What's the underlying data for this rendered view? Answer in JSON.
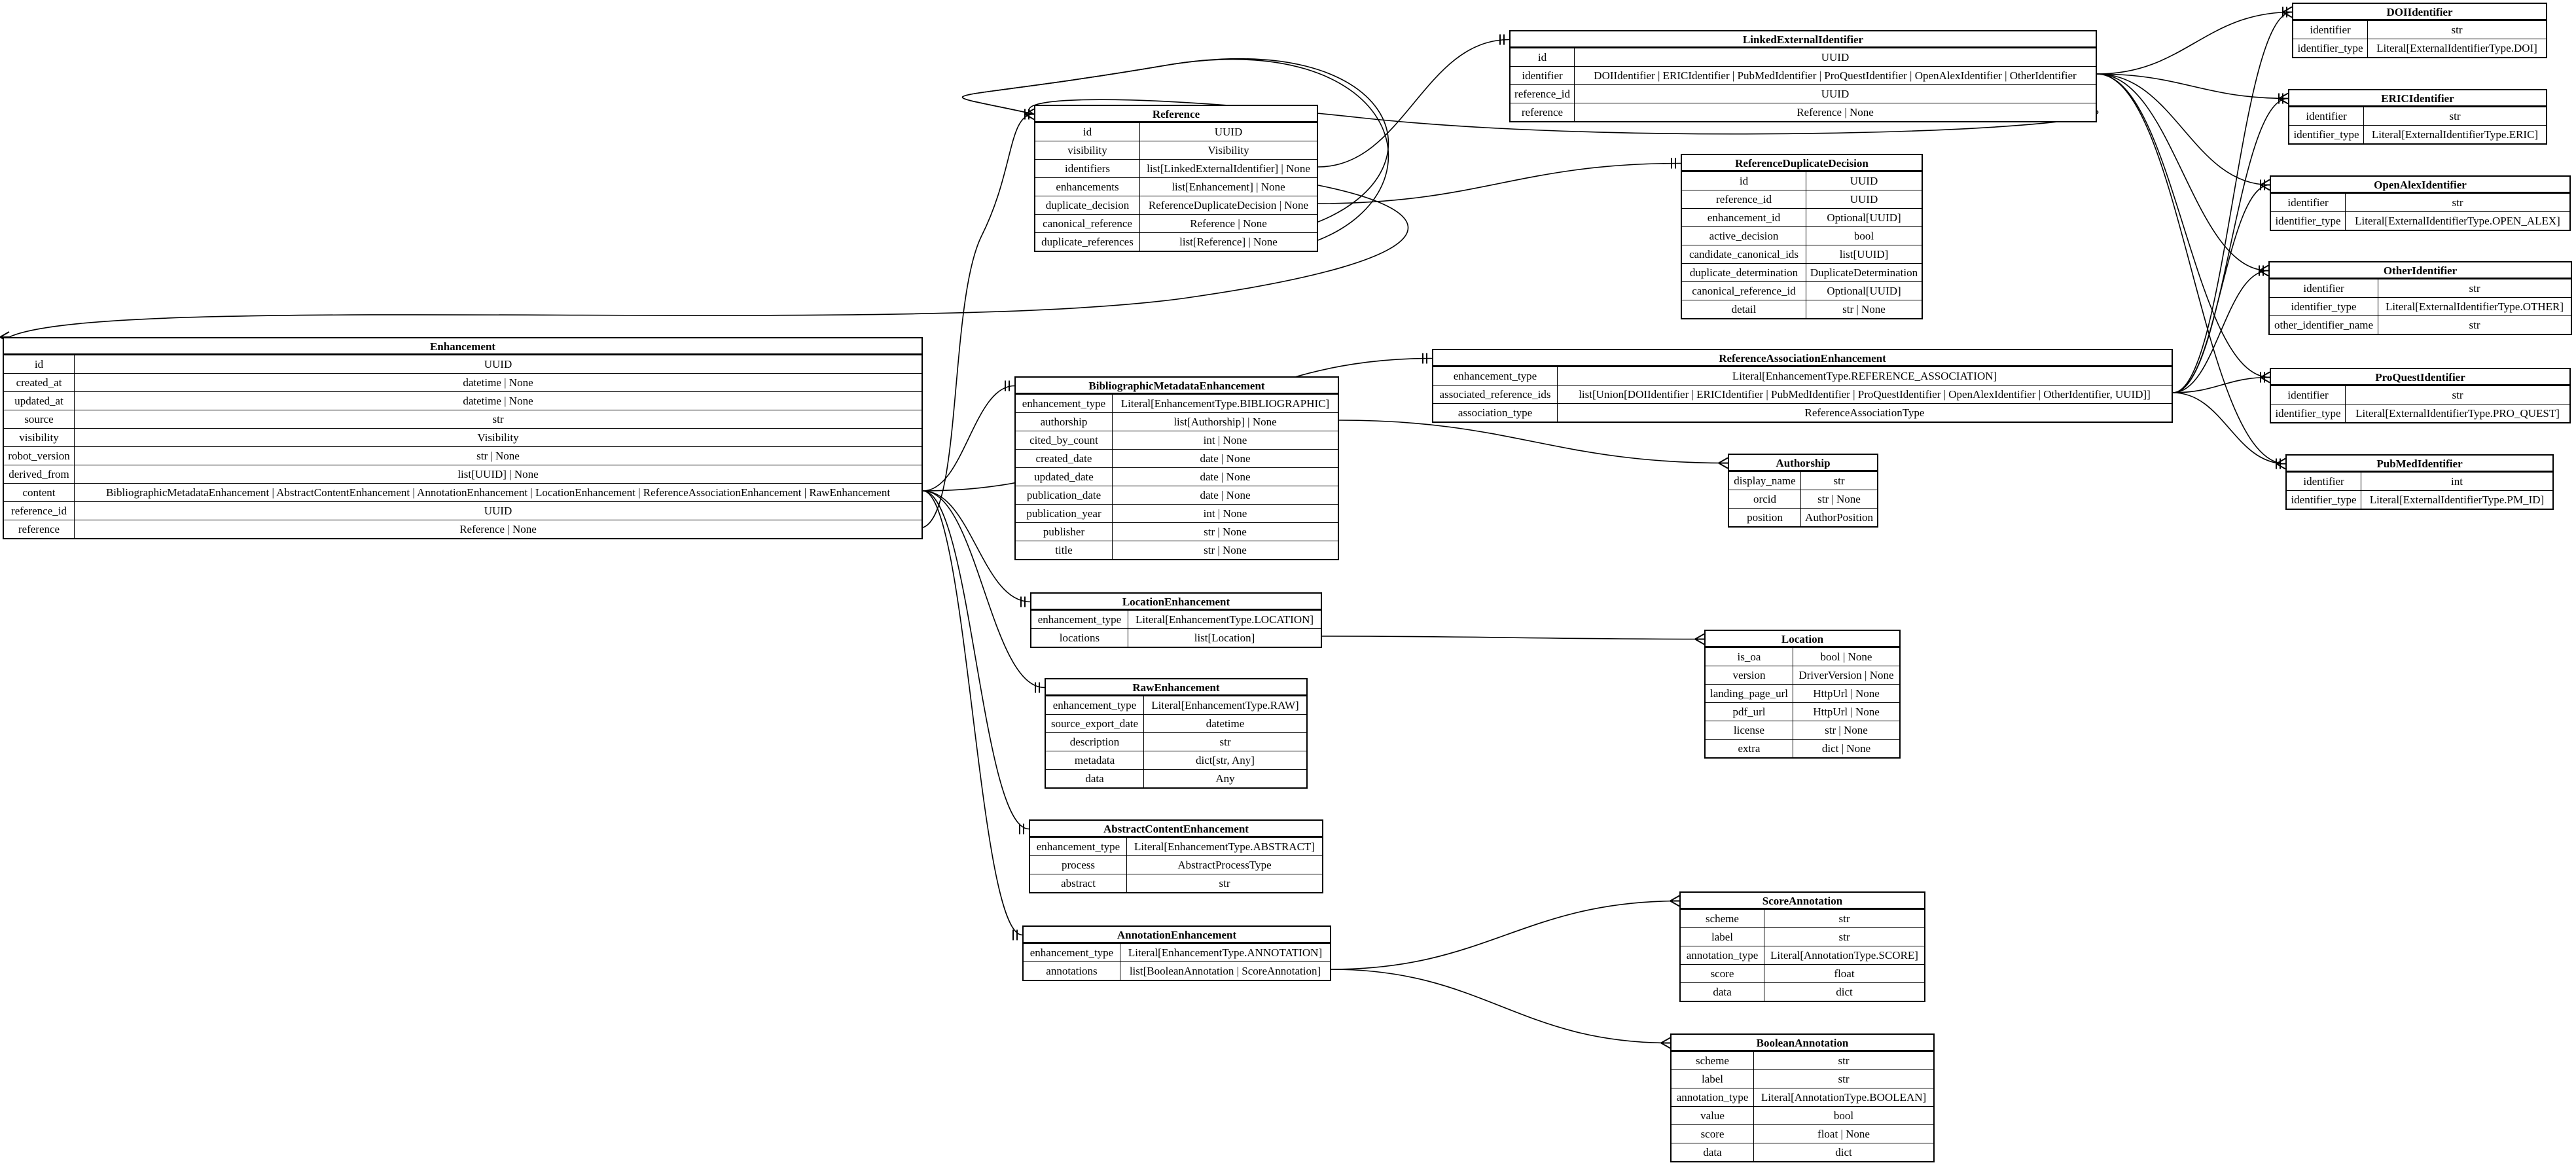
{
  "entities": [
    {
      "id": "Enhancement",
      "title": "Enhancement",
      "fields": [
        {
          "name": "id",
          "type": "UUID"
        },
        {
          "name": "created_at",
          "type": "datetime | None"
        },
        {
          "name": "updated_at",
          "type": "datetime | None"
        },
        {
          "name": "source",
          "type": "str"
        },
        {
          "name": "visibility",
          "type": "Visibility"
        },
        {
          "name": "robot_version",
          "type": "str | None"
        },
        {
          "name": "derived_from",
          "type": "list[UUID] | None"
        },
        {
          "name": "content",
          "type": "BibliographicMetadataEnhancement | AbstractContentEnhancement | AnnotationEnhancement | LocationEnhancement | ReferenceAssociationEnhancement | RawEnhancement"
        },
        {
          "name": "reference_id",
          "type": "UUID"
        },
        {
          "name": "reference",
          "type": "Reference | None"
        }
      ]
    },
    {
      "id": "Reference",
      "title": "Reference",
      "fields": [
        {
          "name": "id",
          "type": "UUID"
        },
        {
          "name": "visibility",
          "type": "Visibility"
        },
        {
          "name": "identifiers",
          "type": "list[LinkedExternalIdentifier] | None"
        },
        {
          "name": "enhancements",
          "type": "list[Enhancement] | None"
        },
        {
          "name": "duplicate_decision",
          "type": "ReferenceDuplicateDecision | None"
        },
        {
          "name": "canonical_reference",
          "type": "Reference | None"
        },
        {
          "name": "duplicate_references",
          "type": "list[Reference] | None"
        }
      ]
    },
    {
      "id": "LinkedExternalIdentifier",
      "title": "LinkedExternalIdentifier",
      "fields": [
        {
          "name": "id",
          "type": "UUID"
        },
        {
          "name": "identifier",
          "type": "DOIIdentifier | ERICIdentifier | PubMedIdentifier | ProQuestIdentifier | OpenAlexIdentifier | OtherIdentifier"
        },
        {
          "name": "reference_id",
          "type": "UUID"
        },
        {
          "name": "reference",
          "type": "Reference | None"
        }
      ]
    },
    {
      "id": "ReferenceDuplicateDecision",
      "title": "ReferenceDuplicateDecision",
      "fields": [
        {
          "name": "id",
          "type": "UUID"
        },
        {
          "name": "reference_id",
          "type": "UUID"
        },
        {
          "name": "enhancement_id",
          "type": "Optional[UUID]"
        },
        {
          "name": "active_decision",
          "type": "bool"
        },
        {
          "name": "candidate_canonical_ids",
          "type": "list[UUID]"
        },
        {
          "name": "duplicate_determination",
          "type": "DuplicateDetermination"
        },
        {
          "name": "canonical_reference_id",
          "type": "Optional[UUID]"
        },
        {
          "name": "detail",
          "type": "str | None"
        }
      ]
    },
    {
      "id": "ReferenceAssociationEnhancement",
      "title": "ReferenceAssociationEnhancement",
      "fields": [
        {
          "name": "enhancement_type",
          "type": "Literal[EnhancementType.REFERENCE_ASSOCIATION]"
        },
        {
          "name": "associated_reference_ids",
          "type": "list[Union[DOIIdentifier | ERICIdentifier | PubMedIdentifier | ProQuestIdentifier | OpenAlexIdentifier | OtherIdentifier, UUID]]"
        },
        {
          "name": "association_type",
          "type": "ReferenceAssociationType"
        }
      ]
    },
    {
      "id": "BibliographicMetadataEnhancement",
      "title": "BibliographicMetadataEnhancement",
      "fields": [
        {
          "name": "enhancement_type",
          "type": "Literal[EnhancementType.BIBLIOGRAPHIC]"
        },
        {
          "name": "authorship",
          "type": "list[Authorship] | None"
        },
        {
          "name": "cited_by_count",
          "type": "int | None"
        },
        {
          "name": "created_date",
          "type": "date | None"
        },
        {
          "name": "updated_date",
          "type": "date | None"
        },
        {
          "name": "publication_date",
          "type": "date | None"
        },
        {
          "name": "publication_year",
          "type": "int | None"
        },
        {
          "name": "publisher",
          "type": "str | None"
        },
        {
          "name": "title",
          "type": "str | None"
        }
      ]
    },
    {
      "id": "Authorship",
      "title": "Authorship",
      "fields": [
        {
          "name": "display_name",
          "type": "str"
        },
        {
          "name": "orcid",
          "type": "str | None"
        },
        {
          "name": "position",
          "type": "AuthorPosition"
        }
      ]
    },
    {
      "id": "LocationEnhancement",
      "title": "LocationEnhancement",
      "fields": [
        {
          "name": "enhancement_type",
          "type": "Literal[EnhancementType.LOCATION]"
        },
        {
          "name": "locations",
          "type": "list[Location]"
        }
      ]
    },
    {
      "id": "Location",
      "title": "Location",
      "fields": [
        {
          "name": "is_oa",
          "type": "bool | None"
        },
        {
          "name": "version",
          "type": "DriverVersion | None"
        },
        {
          "name": "landing_page_url",
          "type": "HttpUrl | None"
        },
        {
          "name": "pdf_url",
          "type": "HttpUrl | None"
        },
        {
          "name": "license",
          "type": "str | None"
        },
        {
          "name": "extra",
          "type": "dict | None"
        }
      ]
    },
    {
      "id": "RawEnhancement",
      "title": "RawEnhancement",
      "fields": [
        {
          "name": "enhancement_type",
          "type": "Literal[EnhancementType.RAW]"
        },
        {
          "name": "source_export_date",
          "type": "datetime"
        },
        {
          "name": "description",
          "type": "str"
        },
        {
          "name": "metadata",
          "type": "dict[str, Any]"
        },
        {
          "name": "data",
          "type": "Any"
        }
      ]
    },
    {
      "id": "AbstractContentEnhancement",
      "title": "AbstractContentEnhancement",
      "fields": [
        {
          "name": "enhancement_type",
          "type": "Literal[EnhancementType.ABSTRACT]"
        },
        {
          "name": "process",
          "type": "AbstractProcessType"
        },
        {
          "name": "abstract",
          "type": "str"
        }
      ]
    },
    {
      "id": "AnnotationEnhancement",
      "title": "AnnotationEnhancement",
      "fields": [
        {
          "name": "enhancement_type",
          "type": "Literal[EnhancementType.ANNOTATION]"
        },
        {
          "name": "annotations",
          "type": "list[BooleanAnnotation | ScoreAnnotation]"
        }
      ]
    },
    {
      "id": "ScoreAnnotation",
      "title": "ScoreAnnotation",
      "fields": [
        {
          "name": "scheme",
          "type": "str"
        },
        {
          "name": "label",
          "type": "str"
        },
        {
          "name": "annotation_type",
          "type": "Literal[AnnotationType.SCORE]"
        },
        {
          "name": "score",
          "type": "float"
        },
        {
          "name": "data",
          "type": "dict"
        }
      ]
    },
    {
      "id": "BooleanAnnotation",
      "title": "BooleanAnnotation",
      "fields": [
        {
          "name": "scheme",
          "type": "str"
        },
        {
          "name": "label",
          "type": "str"
        },
        {
          "name": "annotation_type",
          "type": "Literal[AnnotationType.BOOLEAN]"
        },
        {
          "name": "value",
          "type": "bool"
        },
        {
          "name": "score",
          "type": "float | None"
        },
        {
          "name": "data",
          "type": "dict"
        }
      ]
    },
    {
      "id": "DOIIdentifier",
      "title": "DOIIdentifier",
      "fields": [
        {
          "name": "identifier",
          "type": "str"
        },
        {
          "name": "identifier_type",
          "type": "Literal[ExternalIdentifierType.DOI]"
        }
      ]
    },
    {
      "id": "ERICIdentifier",
      "title": "ERICIdentifier",
      "fields": [
        {
          "name": "identifier",
          "type": "str"
        },
        {
          "name": "identifier_type",
          "type": "Literal[ExternalIdentifierType.ERIC]"
        }
      ]
    },
    {
      "id": "OpenAlexIdentifier",
      "title": "OpenAlexIdentifier",
      "fields": [
        {
          "name": "identifier",
          "type": "str"
        },
        {
          "name": "identifier_type",
          "type": "Literal[ExternalIdentifierType.OPEN_ALEX]"
        }
      ]
    },
    {
      "id": "OtherIdentifier",
      "title": "OtherIdentifier",
      "fields": [
        {
          "name": "identifier",
          "type": "str"
        },
        {
          "name": "identifier_type",
          "type": "Literal[ExternalIdentifierType.OTHER]"
        },
        {
          "name": "other_identifier_name",
          "type": "str"
        }
      ]
    },
    {
      "id": "ProQuestIdentifier",
      "title": "ProQuestIdentifier",
      "fields": [
        {
          "name": "identifier",
          "type": "str"
        },
        {
          "name": "identifier_type",
          "type": "Literal[ExternalIdentifierType.PRO_QUEST]"
        }
      ]
    },
    {
      "id": "PubMedIdentifier",
      "title": "PubMedIdentifier",
      "fields": [
        {
          "name": "identifier",
          "type": "int"
        },
        {
          "name": "identifier_type",
          "type": "Literal[ExternalIdentifierType.PM_ID]"
        }
      ]
    }
  ],
  "relations": [
    {
      "from": "Enhancement",
      "field": "content",
      "to": "BibliographicMetadataEnhancement",
      "cardinality": "one"
    },
    {
      "from": "Enhancement",
      "field": "content",
      "to": "LocationEnhancement",
      "cardinality": "one"
    },
    {
      "from": "Enhancement",
      "field": "content",
      "to": "RawEnhancement",
      "cardinality": "one"
    },
    {
      "from": "Enhancement",
      "field": "content",
      "to": "AbstractContentEnhancement",
      "cardinality": "one"
    },
    {
      "from": "Enhancement",
      "field": "content",
      "to": "AnnotationEnhancement",
      "cardinality": "one"
    },
    {
      "from": "Enhancement",
      "field": "content",
      "to": "ReferenceAssociationEnhancement",
      "cardinality": "one"
    },
    {
      "from": "Enhancement",
      "field": "reference",
      "to": "Reference",
      "cardinality": "one"
    },
    {
      "from": "Reference",
      "field": "identifiers",
      "to": "LinkedExternalIdentifier",
      "cardinality": "one"
    },
    {
      "from": "Reference",
      "field": "enhancements",
      "to": "Enhancement",
      "cardinality": "many"
    },
    {
      "from": "Reference",
      "field": "duplicate_decision",
      "to": "ReferenceDuplicateDecision",
      "cardinality": "one"
    },
    {
      "from": "Reference",
      "field": "canonical_reference",
      "to": "Reference",
      "cardinality": "one"
    },
    {
      "from": "Reference",
      "field": "duplicate_references",
      "to": "Reference",
      "cardinality": "many"
    },
    {
      "from": "LinkedExternalIdentifier",
      "field": "reference",
      "to": "Reference",
      "cardinality": "one"
    },
    {
      "from": "LinkedExternalIdentifier",
      "field": "identifier",
      "to": "DOIIdentifier",
      "cardinality": "one"
    },
    {
      "from": "LinkedExternalIdentifier",
      "field": "identifier",
      "to": "ERICIdentifier",
      "cardinality": "one"
    },
    {
      "from": "LinkedExternalIdentifier",
      "field": "identifier",
      "to": "OpenAlexIdentifier",
      "cardinality": "one"
    },
    {
      "from": "LinkedExternalIdentifier",
      "field": "identifier",
      "to": "OtherIdentifier",
      "cardinality": "one"
    },
    {
      "from": "LinkedExternalIdentifier",
      "field": "identifier",
      "to": "ProQuestIdentifier",
      "cardinality": "one"
    },
    {
      "from": "LinkedExternalIdentifier",
      "field": "identifier",
      "to": "PubMedIdentifier",
      "cardinality": "one"
    },
    {
      "from": "ReferenceAssociationEnhancement",
      "field": "associated_reference_ids",
      "to": "DOIIdentifier",
      "cardinality": "many"
    },
    {
      "from": "ReferenceAssociationEnhancement",
      "field": "associated_reference_ids",
      "to": "ERICIdentifier",
      "cardinality": "many"
    },
    {
      "from": "ReferenceAssociationEnhancement",
      "field": "associated_reference_ids",
      "to": "OpenAlexIdentifier",
      "cardinality": "many"
    },
    {
      "from": "ReferenceAssociationEnhancement",
      "field": "associated_reference_ids",
      "to": "OtherIdentifier",
      "cardinality": "many"
    },
    {
      "from": "ReferenceAssociationEnhancement",
      "field": "associated_reference_ids",
      "to": "ProQuestIdentifier",
      "cardinality": "many"
    },
    {
      "from": "ReferenceAssociationEnhancement",
      "field": "associated_reference_ids",
      "to": "PubMedIdentifier",
      "cardinality": "many"
    },
    {
      "from": "BibliographicMetadataEnhancement",
      "field": "authorship",
      "to": "Authorship",
      "cardinality": "many"
    },
    {
      "from": "LocationEnhancement",
      "field": "locations",
      "to": "Location",
      "cardinality": "many"
    },
    {
      "from": "AnnotationEnhancement",
      "field": "annotations",
      "to": "ScoreAnnotation",
      "cardinality": "many"
    },
    {
      "from": "AnnotationEnhancement",
      "field": "annotations",
      "to": "BooleanAnnotation",
      "cardinality": "many"
    }
  ]
}
